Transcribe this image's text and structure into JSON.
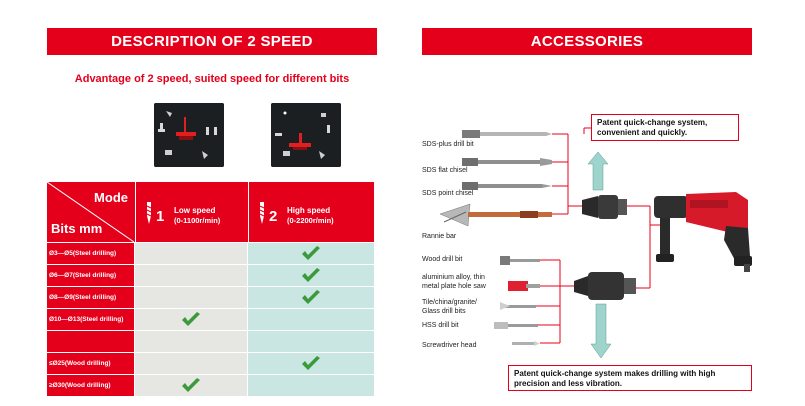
{
  "left_section": {
    "banner": "DESCRIPTION OF 2 SPEED",
    "advantage": "Advantage of 2 speed, suited speed for different bits",
    "table": {
      "header_mode": "Mode",
      "header_bits": "Bits mm",
      "low_number": "1",
      "low_title": "Low speed",
      "low_range": "(0-1100r/min)",
      "high_number": "2",
      "high_title": "High speed",
      "high_range": "(0-2200r/min)",
      "rows": [
        {
          "label": "Ø3—Ø5(Steel drilling)",
          "low": false,
          "high": true
        },
        {
          "label": "Ø6—Ø7(Steel drilling)",
          "low": false,
          "high": true
        },
        {
          "label": "Ø8—Ø9(Steel drilling)",
          "low": false,
          "high": true
        },
        {
          "label": "Ø10—Ø13(Steel drilling)",
          "low": true,
          "high": false
        },
        {
          "label": "",
          "low": false,
          "high": false
        },
        {
          "label": "≤Ø25(Wood drilling)",
          "low": false,
          "high": true
        },
        {
          "label": "≥Ø30(Wood drilling)",
          "low": true,
          "high": false
        }
      ]
    }
  },
  "right_section": {
    "banner": "ACCESSORIES",
    "callout_top": "Patent quick-change system, convenient and quickly.",
    "callout_bottom": "Patent quick-change system makes drilling with high precision and less vibration.",
    "sds_accessories": [
      "SDS-plus drill bit",
      "SDS flat chisel",
      "SDS point chisel",
      "Rannie bar"
    ],
    "chuck_accessories": [
      "Wood drill bit",
      "aluminium alloy, thin metal plate hole saw",
      "Tile/china/granite/ Glass drill bits",
      "HSS drill bit",
      "Screwdriver head"
    ]
  },
  "colors": {
    "brand_red": "#e4001b",
    "low_column": "#e6e6e2",
    "high_column": "#c9e6e2",
    "check_green": "#3c9a3c",
    "arrow_teal": "#9fd4cd"
  }
}
